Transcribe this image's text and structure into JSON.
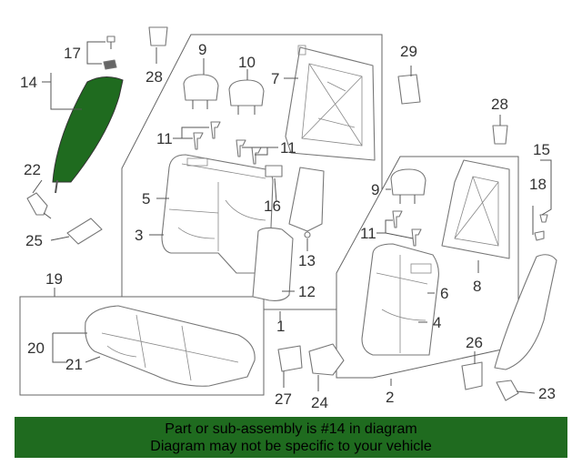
{
  "banner": {
    "line1": "Part or sub-assembly is #14 in diagram",
    "line2": "Diagram may not be specific to your vehicle"
  },
  "callouts": {
    "c1": "1",
    "c2": "2",
    "c3": "3",
    "c4": "4",
    "c5": "5",
    "c6": "6",
    "c7": "7",
    "c8": "8",
    "c9a": "9",
    "c9b": "9",
    "c10": "10",
    "c11a": "11",
    "c11b": "11",
    "c11c": "11",
    "c12": "12",
    "c13": "13",
    "c14": "14",
    "c15": "15",
    "c16": "16",
    "c17": "17",
    "c18": "18",
    "c19": "19",
    "c20": "20",
    "c21": "21",
    "c22": "22",
    "c23": "23",
    "c24": "24",
    "c25": "25",
    "c26": "26",
    "c27": "27",
    "c28a": "28",
    "c28b": "28",
    "c29": "29"
  },
  "colors": {
    "highlight": "#1f6b1f",
    "outline": "#777777"
  }
}
